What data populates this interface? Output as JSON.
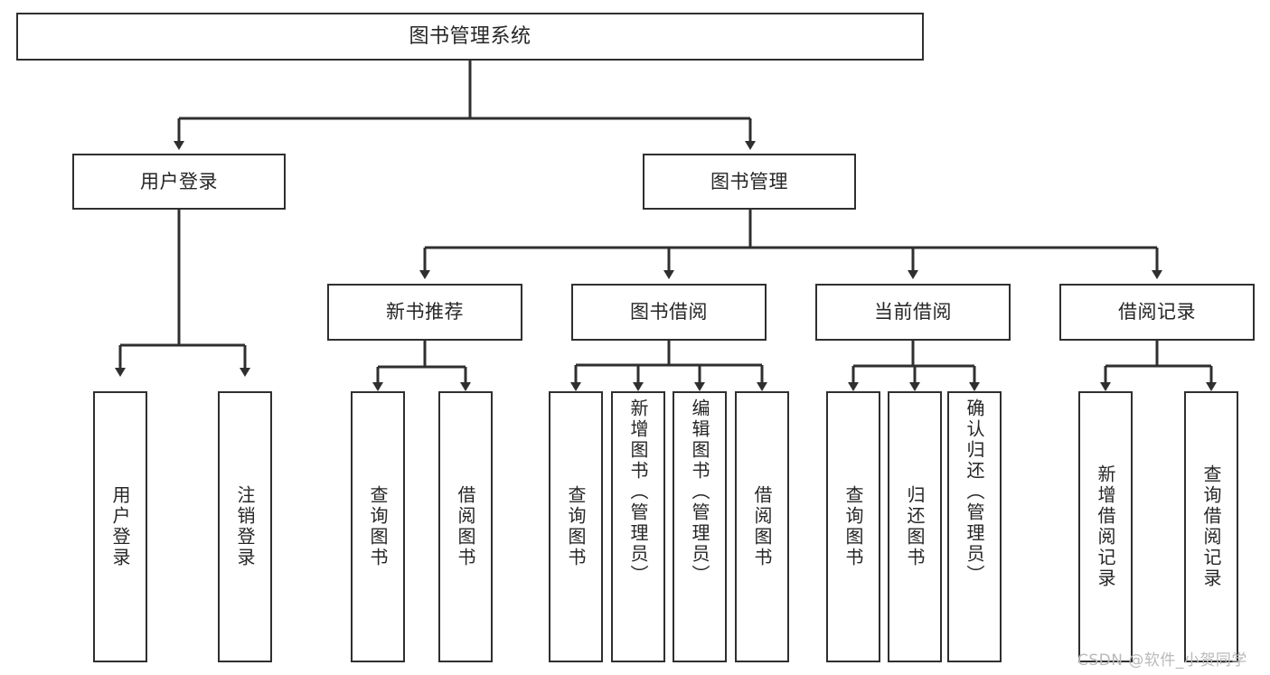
{
  "diagram": {
    "title": "图书管理系统",
    "type": "tree-hierarchy-diagram",
    "colors": {
      "box_border": "#2f2f2f",
      "box_fill": "#ffffff",
      "edge": "#2f2f2f",
      "text": "#262626",
      "watermark": "#b9b9b9",
      "background": "#ffffff"
    },
    "root": {
      "label": "图书管理系统"
    },
    "level2": [
      {
        "label": "用户登录"
      },
      {
        "label": "图书管理"
      }
    ],
    "level3": [
      {
        "label": "新书推荐"
      },
      {
        "label": "图书借阅"
      },
      {
        "label": "当前借阅"
      },
      {
        "label": "借阅记录"
      }
    ],
    "leaves": {
      "user_login": [
        {
          "label": "用户登录"
        },
        {
          "label": "注销登录"
        }
      ],
      "new_book_recommend": [
        {
          "label": "查询图书"
        },
        {
          "label": "借阅图书"
        }
      ],
      "book_borrow": [
        {
          "label": "查询图书"
        },
        {
          "label": "新增图书（管理员）"
        },
        {
          "label": "编辑图书（管理员）"
        },
        {
          "label": "借阅图书"
        }
      ],
      "current_borrow": [
        {
          "label": "查询图书"
        },
        {
          "label": "归还图书"
        },
        {
          "label": "确认归还（管理员）"
        }
      ],
      "borrow_record": [
        {
          "label": "新增借阅记录"
        },
        {
          "label": "查询借阅记录"
        }
      ]
    }
  },
  "watermark": {
    "text": "CSDN @软件_小贺同学"
  }
}
